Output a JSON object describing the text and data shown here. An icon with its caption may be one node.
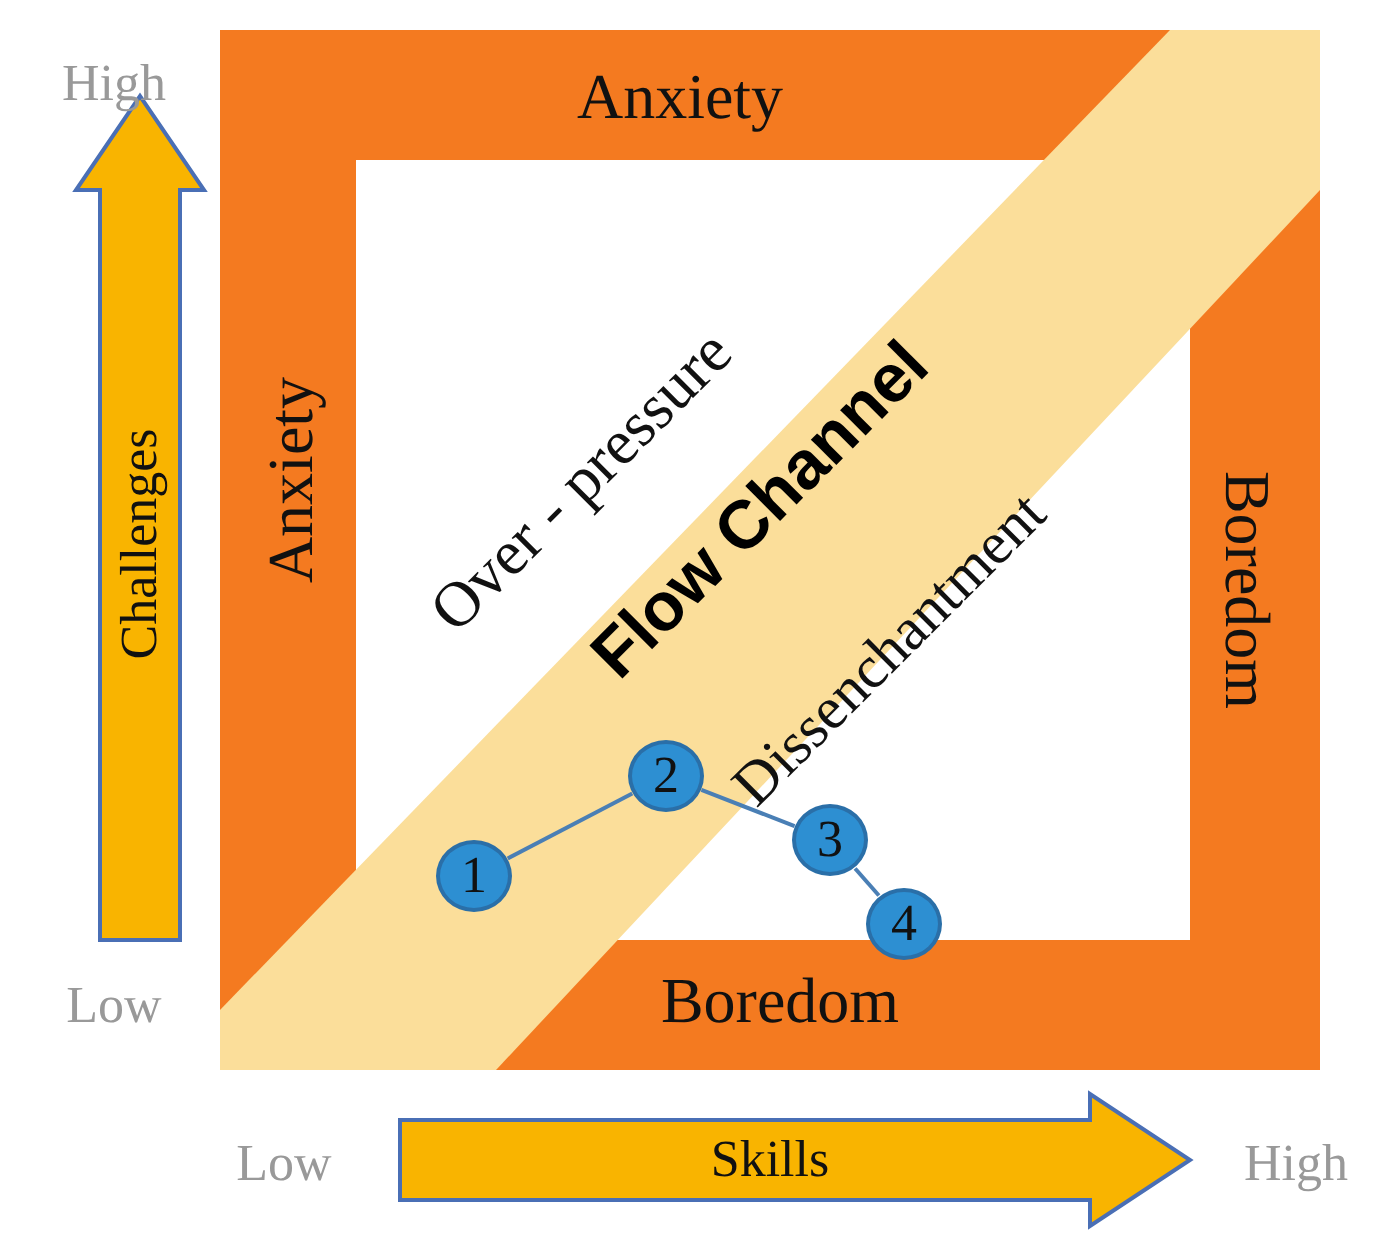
{
  "diagram": {
    "nodes": [
      {
        "text": [
          "1"
        ]
      },
      {
        "text": [
          "2"
        ]
      },
      {
        "text": [
          "3"
        ]
      },
      {
        "text": [
          "4"
        ]
      }
    ],
    "edges": [
      {
        "from": 0,
        "to": 1,
        "arrow": "none"
      },
      {
        "from": 1,
        "to": 2,
        "arrow": "none"
      },
      {
        "from": 2,
        "to": 3,
        "arrow": "none"
      }
    ],
    "labels": [
      "High",
      "Anxiety",
      "Anxiety",
      "Over - pressure",
      "Flow Channel",
      "Challenges",
      "Boredom",
      "Dissenchantment",
      "Low",
      "Boredom",
      "Low",
      "Skills",
      "High"
    ]
  }
}
